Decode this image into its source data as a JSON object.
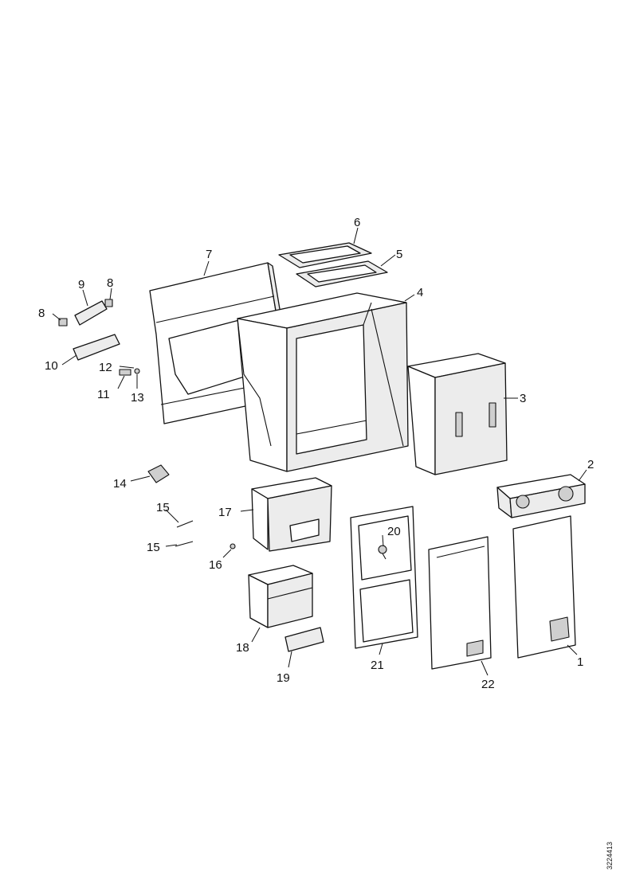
{
  "labels": {
    "l1": "1",
    "l2": "2",
    "l3": "3",
    "l4": "4",
    "l5": "5",
    "l6": "6",
    "l7": "7",
    "l8a": "8",
    "l8b": "8",
    "l9": "9",
    "l10": "10",
    "l11": "11",
    "l12": "12",
    "l13": "13",
    "l14": "14",
    "l15a": "15",
    "l15b": "15",
    "l16": "16",
    "l17": "17",
    "l18": "18",
    "l19": "19",
    "l20": "20",
    "l21": "21",
    "l22": "22"
  },
  "drawing_code": "3224413"
}
